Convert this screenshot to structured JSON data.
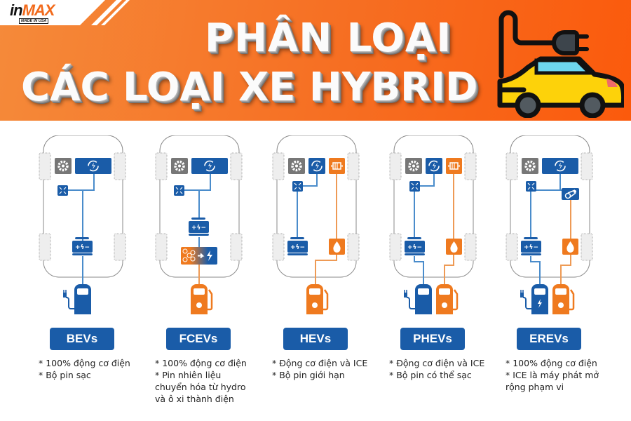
{
  "logo": {
    "brand_part1": "in",
    "brand_part2": "MAX",
    "tagline": "MADE IN USA"
  },
  "header": {
    "title_line1": "PHÂN LOẠI",
    "title_line2": "CÁC LOẠI XE HYBRID"
  },
  "colors": {
    "blue": "#1a5ca8",
    "orange": "#ef7a1f",
    "gray": "#777777",
    "header_orange": "#f66e22"
  },
  "vehicles": [
    {
      "name": "BEVs",
      "bullets": [
        "* 100% động cơ điện",
        "* Bộ pin sạc"
      ]
    },
    {
      "name": "FCEVs",
      "bullets": [
        "* 100% động cơ điện",
        "* Pin nhiên liệu chuyển hóa từ hydro và ô xi thành điện"
      ]
    },
    {
      "name": "HEVs",
      "bullets": [
        "* Động cơ điện và ICE",
        "* Bộ pin giới hạn"
      ]
    },
    {
      "name": "PHEVs",
      "bullets": [
        "* Động cơ điện và ICE",
        "* Bộ pin có thể sạc"
      ]
    },
    {
      "name": "EREVs",
      "bullets": [
        "* 100% động cơ điện",
        "* ICE là máy phát mở rộng phạm vi"
      ]
    }
  ]
}
